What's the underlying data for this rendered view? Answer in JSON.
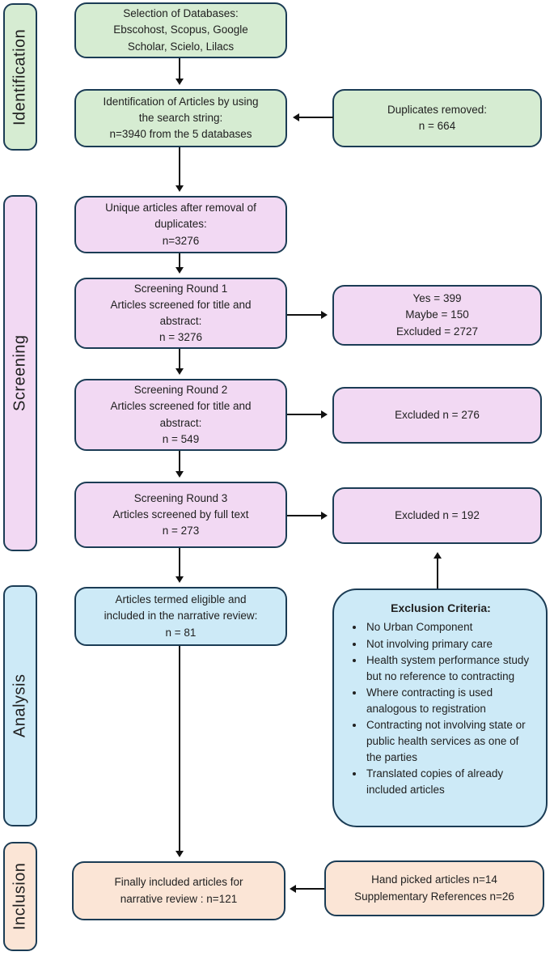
{
  "colors": {
    "identification_green": "#d6ecd2",
    "screening_pink": "#f2d9f3",
    "analysis_blue": "#cdeaf7",
    "inclusion_peach": "#fbe5d6",
    "border_navy": "#1b3c55",
    "arrow_black": "#111111"
  },
  "sections": {
    "identification": "Identification",
    "screening": "Screening",
    "analysis": "Analysis",
    "inclusion": "Inclusion"
  },
  "boxes": {
    "selection_of_databases": "Selection of Databases:\nEbscohost, Scopus, Google\nScholar, Scielo, Lilacs",
    "identification_of_articles": "Identification of Articles by using\nthe search string:\nn=3940 from the 5 databases",
    "duplicates_removed": "Duplicates removed:\nn = 664",
    "unique_articles": "Unique articles after removal of\nduplicates:\nn=3276",
    "screening_round_1": "Screening Round 1\nArticles screened for title and\nabstract:\nn = 3276",
    "round_1_outcome": "Yes = 399\nMaybe = 150\nExcluded = 2727",
    "screening_round_2": "Screening Round 2\nArticles screened for title and\nabstract:\nn = 549",
    "round_2_excluded": "Excluded n = 276",
    "screening_round_3": "Screening Round 3\nArticles screened by full text\nn = 273",
    "round_3_excluded": "Excluded n = 192",
    "eligible_articles": "Articles termed eligible and\nincluded in the narrative review:\nn = 81",
    "exclusion_criteria": {
      "title": "Exclusion Criteria:",
      "bullets": [
        "No Urban Component",
        "Not involving primary care",
        "Health system performance study but no reference to contracting",
        "Where contracting is used analogous to registration",
        "Contracting not involving state or public health services as one of the parties",
        "Translated copies of already included articles"
      ]
    },
    "finally_included": "Finally included articles for\nnarrative review : n=121",
    "hand_picked": "Hand picked articles n=14\nSupplementary References n=26"
  }
}
